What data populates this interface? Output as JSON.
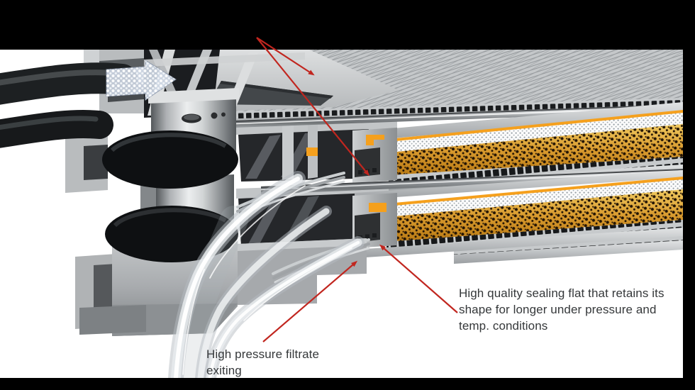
{
  "figure": {
    "description": "Cutaway 3D illustration of a multi-element high-pressure membrane filter module showing permeate manifold, O-ring seals, sealing flats and granular media layers",
    "background_color": "#ffffff",
    "letterbox_color": "#000000"
  },
  "colors": {
    "annotation_red": "#c1261f",
    "seal_orange": "#f5a01d",
    "media_amber": "#d89a2e",
    "media_dot": "#241505",
    "metal_light": "#d7d9da",
    "metal_mid": "#9fa3a6",
    "metal_dark": "#55595c",
    "rubber_black": "#0e1012",
    "water_gray": "#e8ebed",
    "flow_arrow_fill": "#cfd8e5",
    "label_text": "#35383a",
    "letterbox": "#000000"
  },
  "labels": {
    "filtrate": {
      "lines": [
        "High pressure filtrate",
        "exiting"
      ]
    },
    "sealing": {
      "lines": [
        "High quality sealing flat that retains its",
        "shape for longer under pressure and",
        "temp. conditions"
      ]
    }
  }
}
